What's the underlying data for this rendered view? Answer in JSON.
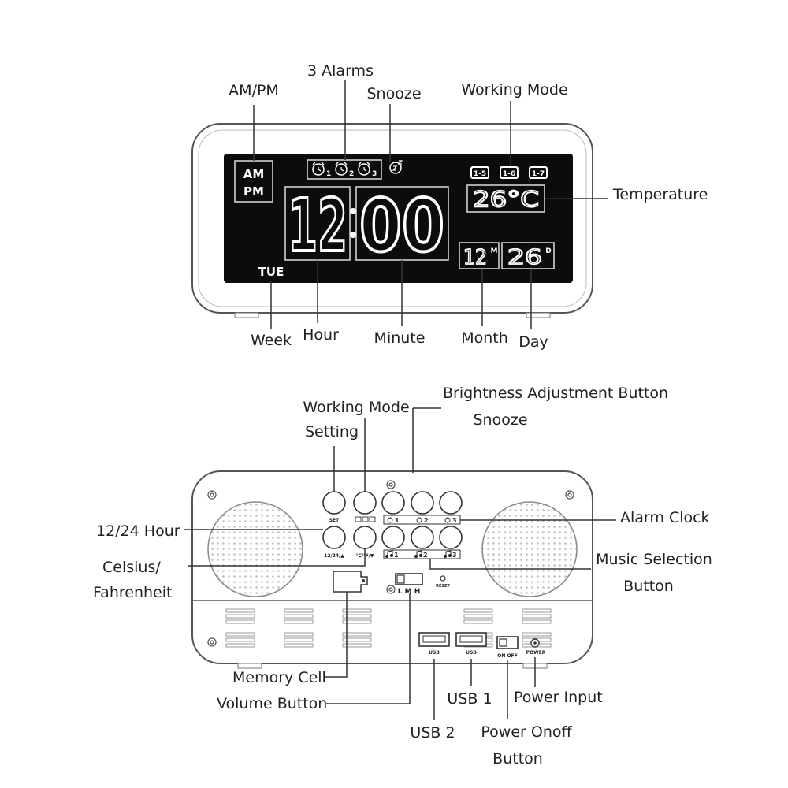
{
  "display": {
    "ampm": {
      "am": "AM",
      "pm": "PM"
    },
    "time": {
      "hour": "12",
      "minute": "00"
    },
    "temperature": "26°C",
    "month": "12",
    "month_unit": "M",
    "day": "26",
    "day_unit": "D",
    "week": "TUE",
    "modes": [
      "1-5",
      "1-6",
      "1-7"
    ],
    "alarm_indices": [
      "1",
      "2",
      "3"
    ]
  },
  "labels_top": {
    "am_pm": "AM/PM",
    "alarms": "3 Alarms",
    "snooze": "Snooze",
    "working_mode": "Working Mode",
    "temperature": "Temperature",
    "week": "Week",
    "hour": "Hour",
    "minute": "Minute",
    "month": "Month",
    "day": "Day"
  },
  "labels_bottom": {
    "brightness": "Brightness Adjustment Button",
    "snooze": "Snooze",
    "working_mode": "Working Mode",
    "setting": "Setting",
    "hour_12_24": "12/24 Hour",
    "celsius": "Celsius/",
    "fahrenheit": "Fahrenheit",
    "alarm_clock": "Alarm Clock",
    "music_selection": "Music Selection",
    "music_button": "Button",
    "memory_cell": "Memory Cell",
    "volume_button": "Volume Button",
    "usb1": "USB 1",
    "usb2": "USB 2",
    "power_input": "Power Input",
    "power_onoff": "Power Onoff",
    "power_button": "Button"
  },
  "panel": {
    "set": "SET",
    "hour_1224": "12/24/▲",
    "temp_unit": "℃/℉/▼",
    "volume_lmh": "L M H",
    "reset": "RESET",
    "usb": "USB",
    "on_off": "ON OFF",
    "power": "POWER",
    "music_indices": [
      "1",
      "2",
      "3"
    ]
  }
}
